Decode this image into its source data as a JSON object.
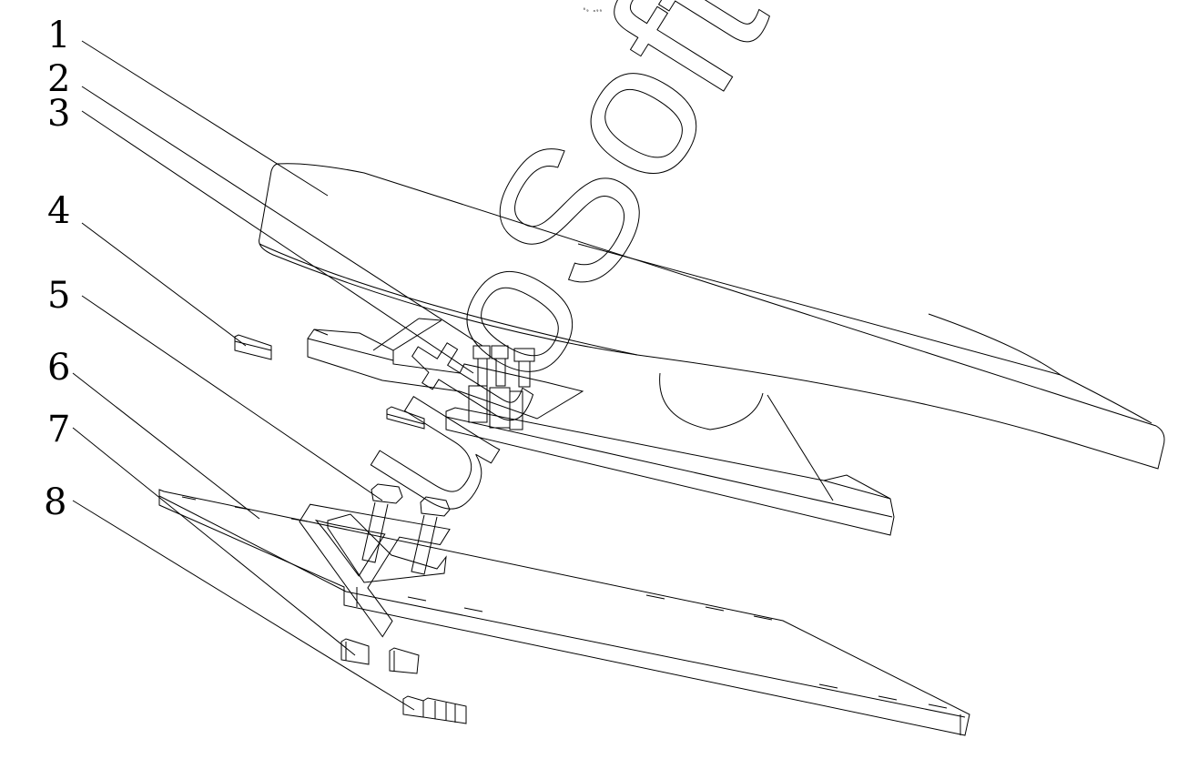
{
  "header": {
    "tiny_text": "⁰₉ ₐ₉₉"
  },
  "part_numbers": [
    "1",
    "2",
    "3",
    "4",
    "5",
    "6",
    "7",
    "8"
  ],
  "watermark": {
    "text": "AutoSoft"
  }
}
